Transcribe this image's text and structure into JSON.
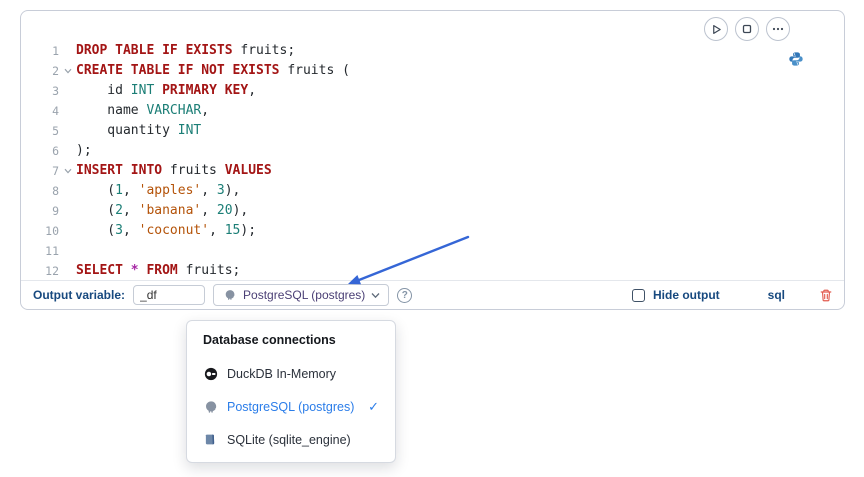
{
  "colors": {
    "keyword": "#a31515",
    "type": "#1b7e76",
    "number": "#1b7e76",
    "string": "#b45309",
    "operator": "#a626a4",
    "plain": "#24292e",
    "navy": "#17497f",
    "blue": "#2b7de9",
    "trash": "#e25b4f",
    "arrow": "#3566d6"
  },
  "cell": {
    "toolbar": {
      "icons": [
        "play-icon",
        "stop-icon",
        "ellipsis-icon"
      ]
    },
    "kernel_icon": "python-logo",
    "code": {
      "language": "sql",
      "lines": [
        {
          "n": "1",
          "fold": false,
          "tokens": [
            {
              "c": "k",
              "t": "DROP TABLE IF EXISTS"
            },
            {
              "c": "p",
              "t": " fruits;"
            }
          ]
        },
        {
          "n": "2",
          "fold": true,
          "tokens": [
            {
              "c": "k",
              "t": "CREATE TABLE IF NOT EXISTS"
            },
            {
              "c": "p",
              "t": " fruits ("
            }
          ]
        },
        {
          "n": "3",
          "fold": false,
          "tokens": [
            {
              "c": "p",
              "t": "    id "
            },
            {
              "c": "t",
              "t": "INT"
            },
            {
              "c": "p",
              "t": " "
            },
            {
              "c": "k",
              "t": "PRIMARY KEY"
            },
            {
              "c": "p",
              "t": ","
            }
          ]
        },
        {
          "n": "4",
          "fold": false,
          "tokens": [
            {
              "c": "p",
              "t": "    name "
            },
            {
              "c": "t",
              "t": "VARCHAR"
            },
            {
              "c": "p",
              "t": ","
            }
          ]
        },
        {
          "n": "5",
          "fold": false,
          "tokens": [
            {
              "c": "p",
              "t": "    quantity "
            },
            {
              "c": "t",
              "t": "INT"
            }
          ]
        },
        {
          "n": "6",
          "fold": false,
          "tokens": [
            {
              "c": "p",
              "t": ");"
            }
          ]
        },
        {
          "n": "7",
          "fold": true,
          "tokens": [
            {
              "c": "k",
              "t": "INSERT INTO"
            },
            {
              "c": "p",
              "t": " fruits "
            },
            {
              "c": "k",
              "t": "VALUES"
            }
          ]
        },
        {
          "n": "8",
          "fold": false,
          "tokens": [
            {
              "c": "p",
              "t": "    ("
            },
            {
              "c": "n",
              "t": "1"
            },
            {
              "c": "p",
              "t": ", "
            },
            {
              "c": "s",
              "t": "'apples'"
            },
            {
              "c": "p",
              "t": ", "
            },
            {
              "c": "n",
              "t": "3"
            },
            {
              "c": "p",
              "t": "),"
            }
          ]
        },
        {
          "n": "9",
          "fold": false,
          "tokens": [
            {
              "c": "p",
              "t": "    ("
            },
            {
              "c": "n",
              "t": "2"
            },
            {
              "c": "p",
              "t": ", "
            },
            {
              "c": "s",
              "t": "'banana'"
            },
            {
              "c": "p",
              "t": ", "
            },
            {
              "c": "n",
              "t": "20"
            },
            {
              "c": "p",
              "t": "),"
            }
          ]
        },
        {
          "n": "10",
          "fold": false,
          "tokens": [
            {
              "c": "p",
              "t": "    ("
            },
            {
              "c": "n",
              "t": "3"
            },
            {
              "c": "p",
              "t": ", "
            },
            {
              "c": "s",
              "t": "'coconut'"
            },
            {
              "c": "p",
              "t": ", "
            },
            {
              "c": "n",
              "t": "15"
            },
            {
              "c": "p",
              "t": ");"
            }
          ]
        },
        {
          "n": "11",
          "fold": false,
          "tokens": []
        },
        {
          "n": "12",
          "fold": false,
          "tokens": [
            {
              "c": "k",
              "t": "SELECT"
            },
            {
              "c": "p",
              "t": " "
            },
            {
              "c": "o",
              "t": "*"
            },
            {
              "c": "p",
              "t": " "
            },
            {
              "c": "k",
              "t": "FROM"
            },
            {
              "c": "p",
              "t": " fruits;"
            }
          ]
        }
      ]
    },
    "footer": {
      "output_variable_label": "Output variable:",
      "output_variable_value": "_df",
      "connection": "PostgreSQL (postgres)",
      "connection_icon": "postgres-elephant-icon",
      "help_glyph": "?",
      "hide_output_label": "Hide output",
      "language_label": "sql",
      "delete_icon": "trash-icon"
    }
  },
  "menu": {
    "title": "Database connections",
    "check_glyph": "✓",
    "items": [
      {
        "label": "DuckDB In-Memory",
        "icon": "duckdb-icon",
        "selected": false
      },
      {
        "label": "PostgreSQL (postgres)",
        "icon": "postgres-icon",
        "selected": true
      },
      {
        "label": "SQLite (sqlite_engine)",
        "icon": "sqlite-icon",
        "selected": false
      }
    ]
  }
}
